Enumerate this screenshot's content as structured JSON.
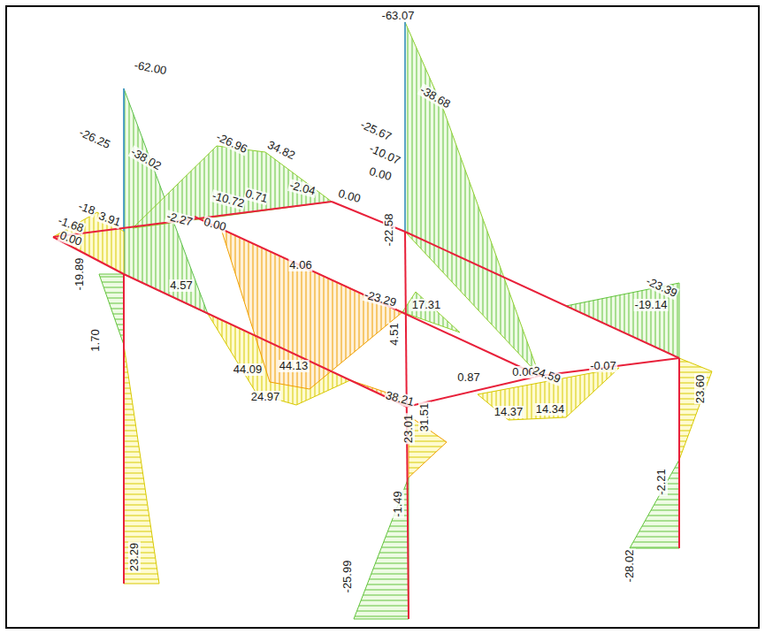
{
  "diagram": {
    "labels": [
      "-62.00",
      "-26.25",
      "-38.02",
      "-18",
      "-1.68",
      "3.91",
      "0.00",
      "-2.27",
      "0.00",
      "-10.72",
      "0.71",
      "-26.96",
      "34.82",
      "-2.04",
      "0.00",
      "-63.07",
      "-25.67",
      "-38.68",
      "-10.07",
      "0.00",
      "4.06",
      "-22.58",
      "4.57",
      "-19.89",
      "1.70",
      "23.29",
      "44.09",
      "44.13",
      "24.97",
      "-23.29",
      "17.31",
      "4.51",
      "0.87",
      "0.00",
      "24.59",
      "-0.07",
      "14.37",
      "14.34",
      "38.21",
      "31.51",
      "23.01",
      "-1.49",
      "-25.99",
      "-23.39",
      "-19.14",
      "23.60",
      "-2.21",
      "-28.02"
    ]
  }
}
